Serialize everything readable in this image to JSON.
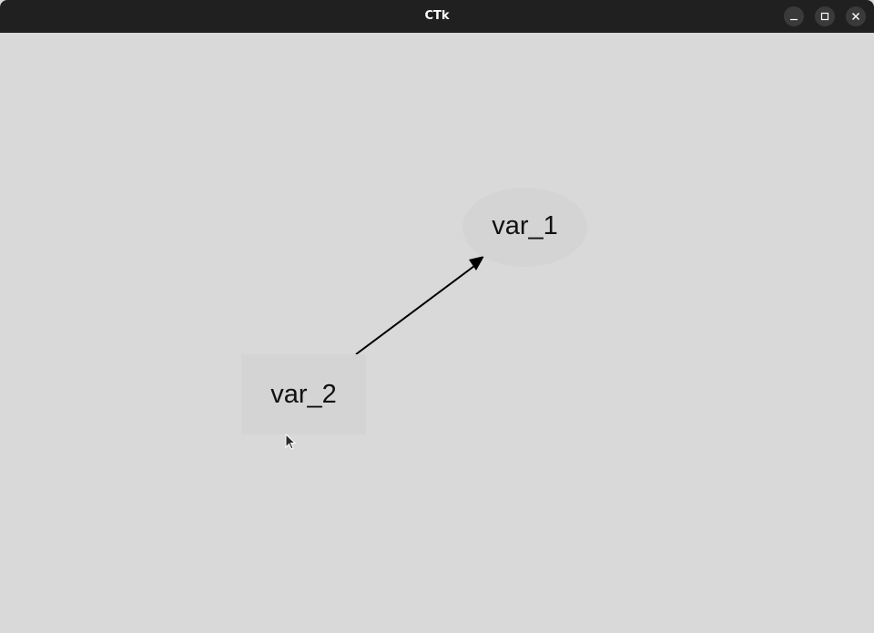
{
  "window": {
    "title": "CTk"
  },
  "graph": {
    "nodes": [
      {
        "id": "var_1",
        "label": "var_1",
        "shape": "ellipse"
      },
      {
        "id": "var_2",
        "label": "var_2",
        "shape": "rectangle"
      }
    ],
    "edges": [
      {
        "from": "var_2",
        "to": "var_1",
        "directed": true
      }
    ]
  },
  "colors": {
    "titlebar": "#202020",
    "canvas": "#d9d9d9",
    "node_fill": "#d4d4d4",
    "edge": "#000000"
  },
  "icons": {
    "minimize": "minimize-icon",
    "maximize": "maximize-icon",
    "close": "close-icon",
    "cursor": "mouse-pointer-icon"
  }
}
